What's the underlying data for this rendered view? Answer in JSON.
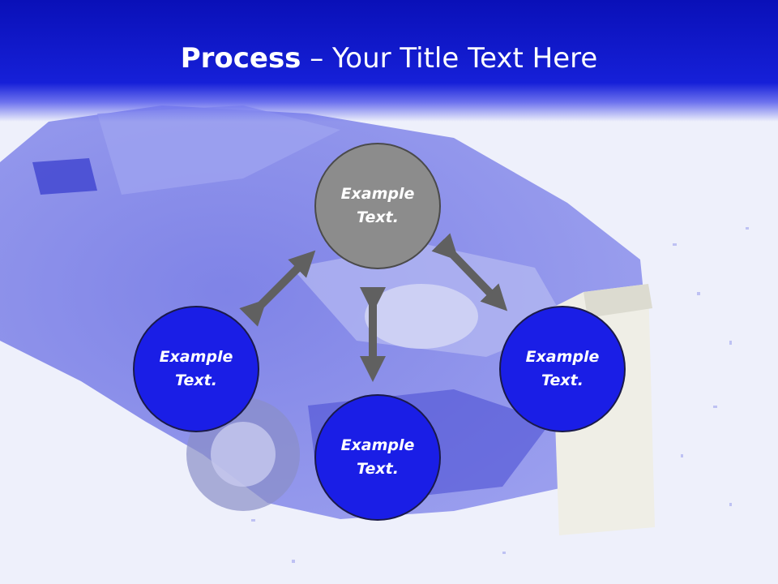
{
  "slide": {
    "title_strong": "Process",
    "title_rest": " – Your Title Text Here"
  },
  "nodes": {
    "top": {
      "label": "Example Text.",
      "color": "#8c8c8c"
    },
    "left": {
      "label": "Example Text.",
      "color": "#1a1ee6"
    },
    "bottom": {
      "label": "Example Text.",
      "color": "#1a1ee6"
    },
    "right": {
      "label": "Example Text.",
      "color": "#1a1ee6"
    }
  },
  "colors": {
    "header": "#0a10b8",
    "arrow": "#606060",
    "background": "#eef0fb"
  }
}
